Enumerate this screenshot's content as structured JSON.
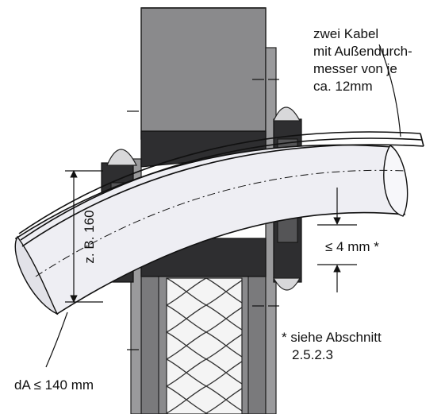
{
  "labels": {
    "cable_note": [
      "zwei Kabel",
      "mit Außendurch-",
      "messer von je",
      "ca. 12mm"
    ],
    "dim_height": "z. B. 160",
    "dim_gap": "≤ 4 mm *",
    "footnote": [
      "* siehe Abschnitt",
      "2.5.2.3"
    ],
    "diameter": "dA ≤ 140 mm"
  },
  "colors": {
    "wall": "#8a8a8c",
    "wall_dark": "#6e6e70",
    "seal": "#2e2e30",
    "seal_light": "#555557",
    "insulation": "#f4f4f4",
    "pipe": "#eeeef3",
    "line": "#111111"
  }
}
